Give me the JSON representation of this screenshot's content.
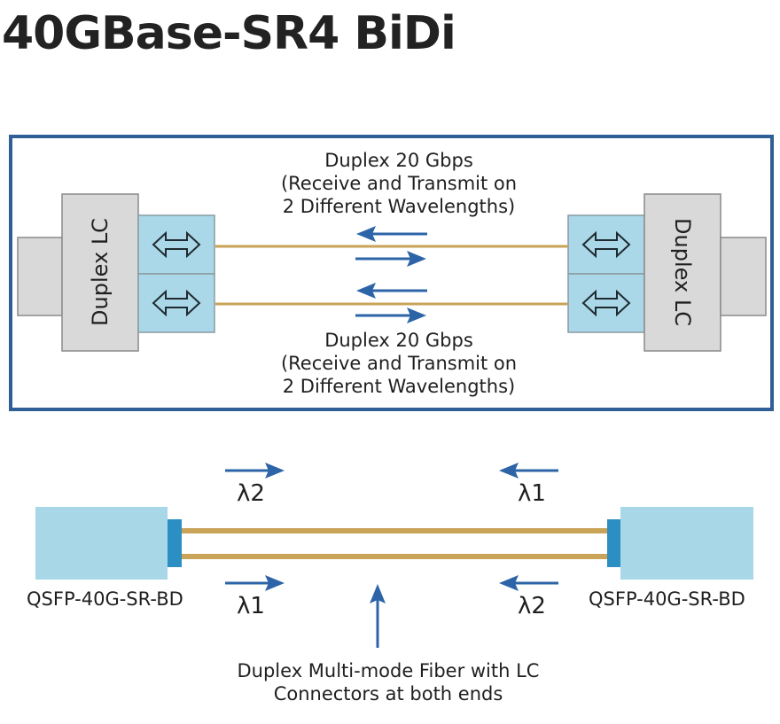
{
  "title": "40GBase-SR4 BiDi",
  "colors": {
    "frame": "#2f5f96",
    "arrow": "#2d64a8",
    "fiber": "#c9a458",
    "connector_gray": "#d9d9d9",
    "port_blue": "#aad8e8",
    "module_blue": "#a8d7e8",
    "ferrule_blue": "#2b8fc4"
  },
  "top_panel": {
    "caption_top": [
      "Duplex 20 Gbps",
      "(Receive and Transmit on",
      "2 Different Wavelengths)"
    ],
    "caption_bottom": [
      "Duplex 20 Gbps",
      "(Receive and Transmit on",
      "2 Different Wavelengths)"
    ],
    "left_connector_label": "Duplex LC",
    "right_connector_label": "Duplex LC",
    "port_icon": "double-arrow-icon"
  },
  "bottom_panel": {
    "left_module_label": "QSFP-40G-SR-BD",
    "right_module_label": "QSFP-40G-SR-BD",
    "top_left_wavelength": "λ2",
    "top_right_wavelength": "λ1",
    "bottom_left_wavelength": "λ1",
    "bottom_right_wavelength": "λ2",
    "fiber_caption": [
      "Duplex Multi-mode Fiber with LC",
      "Connectors at both ends"
    ]
  }
}
